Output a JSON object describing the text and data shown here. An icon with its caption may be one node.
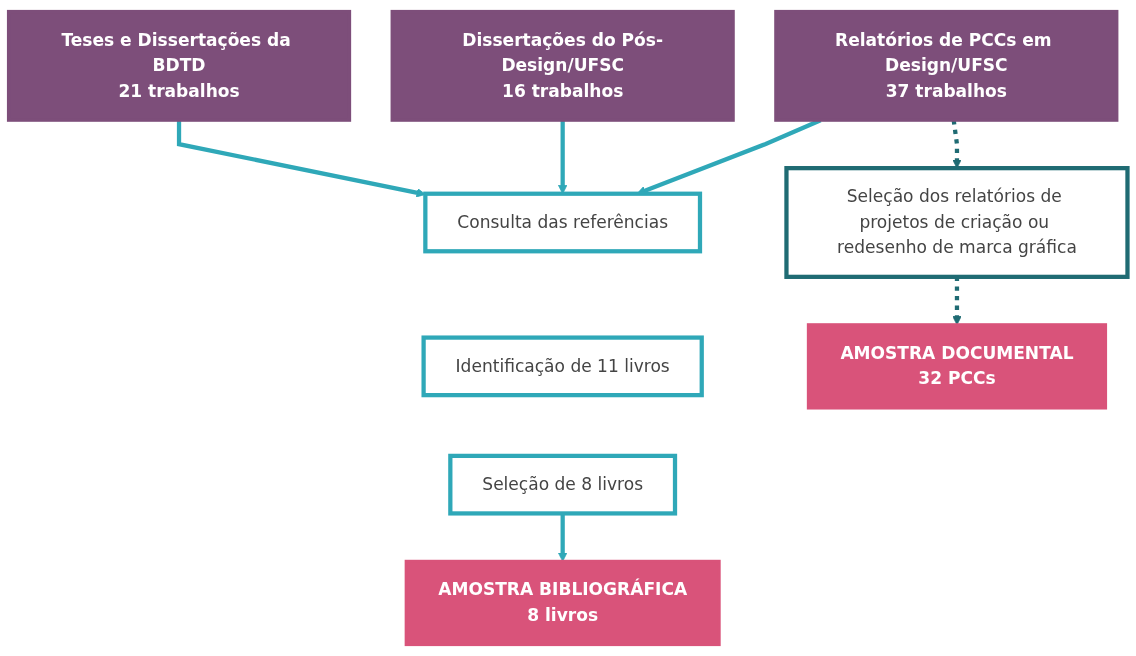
{
  "diagram": {
    "nodes": [
      {
        "text": [
          "Relatórios de PCCs em Design/UFSC",
          "37 trabalhos"
        ]
      },
      {
        "text": [
          "Dissertações do Pós-Design/UFSC",
          "16 trabalhos"
        ]
      },
      {
        "text": [
          "Teses e Dissertações da BDTD",
          "21 trabalhos"
        ]
      },
      {
        "text": [
          "Seleção dos relatórios de projetos de criação ou redesenho de marca gráfica"
        ]
      },
      {
        "text": [
          "Consulta das referências"
        ]
      },
      {
        "text": [
          "Identificação de 11 livros"
        ]
      },
      {
        "text": [
          "Seleção de 8 livros"
        ]
      },
      {
        "text": [
          "AMOSTRA DOCUMENTAL",
          "32 PCCs"
        ]
      },
      {
        "text": [
          "AMOSTRA BIBLIOGRÁFICA",
          "8 livros"
        ]
      }
    ],
    "edges": [
      {
        "from": 0,
        "to": 3,
        "arrow": "to",
        "style": "dashed",
        "color": "#1f6b73"
      },
      {
        "from": 0,
        "to": 4,
        "arrow": "to"
      },
      {
        "from": 1,
        "to": 4,
        "arrow": "to"
      },
      {
        "from": 2,
        "to": 4,
        "arrow": "to"
      },
      {
        "from": 3,
        "to": 7,
        "arrow": "to",
        "style": "dashed",
        "color": "#1f6b73"
      },
      {
        "from": 6,
        "to": 8,
        "arrow": "to"
      }
    ]
  }
}
